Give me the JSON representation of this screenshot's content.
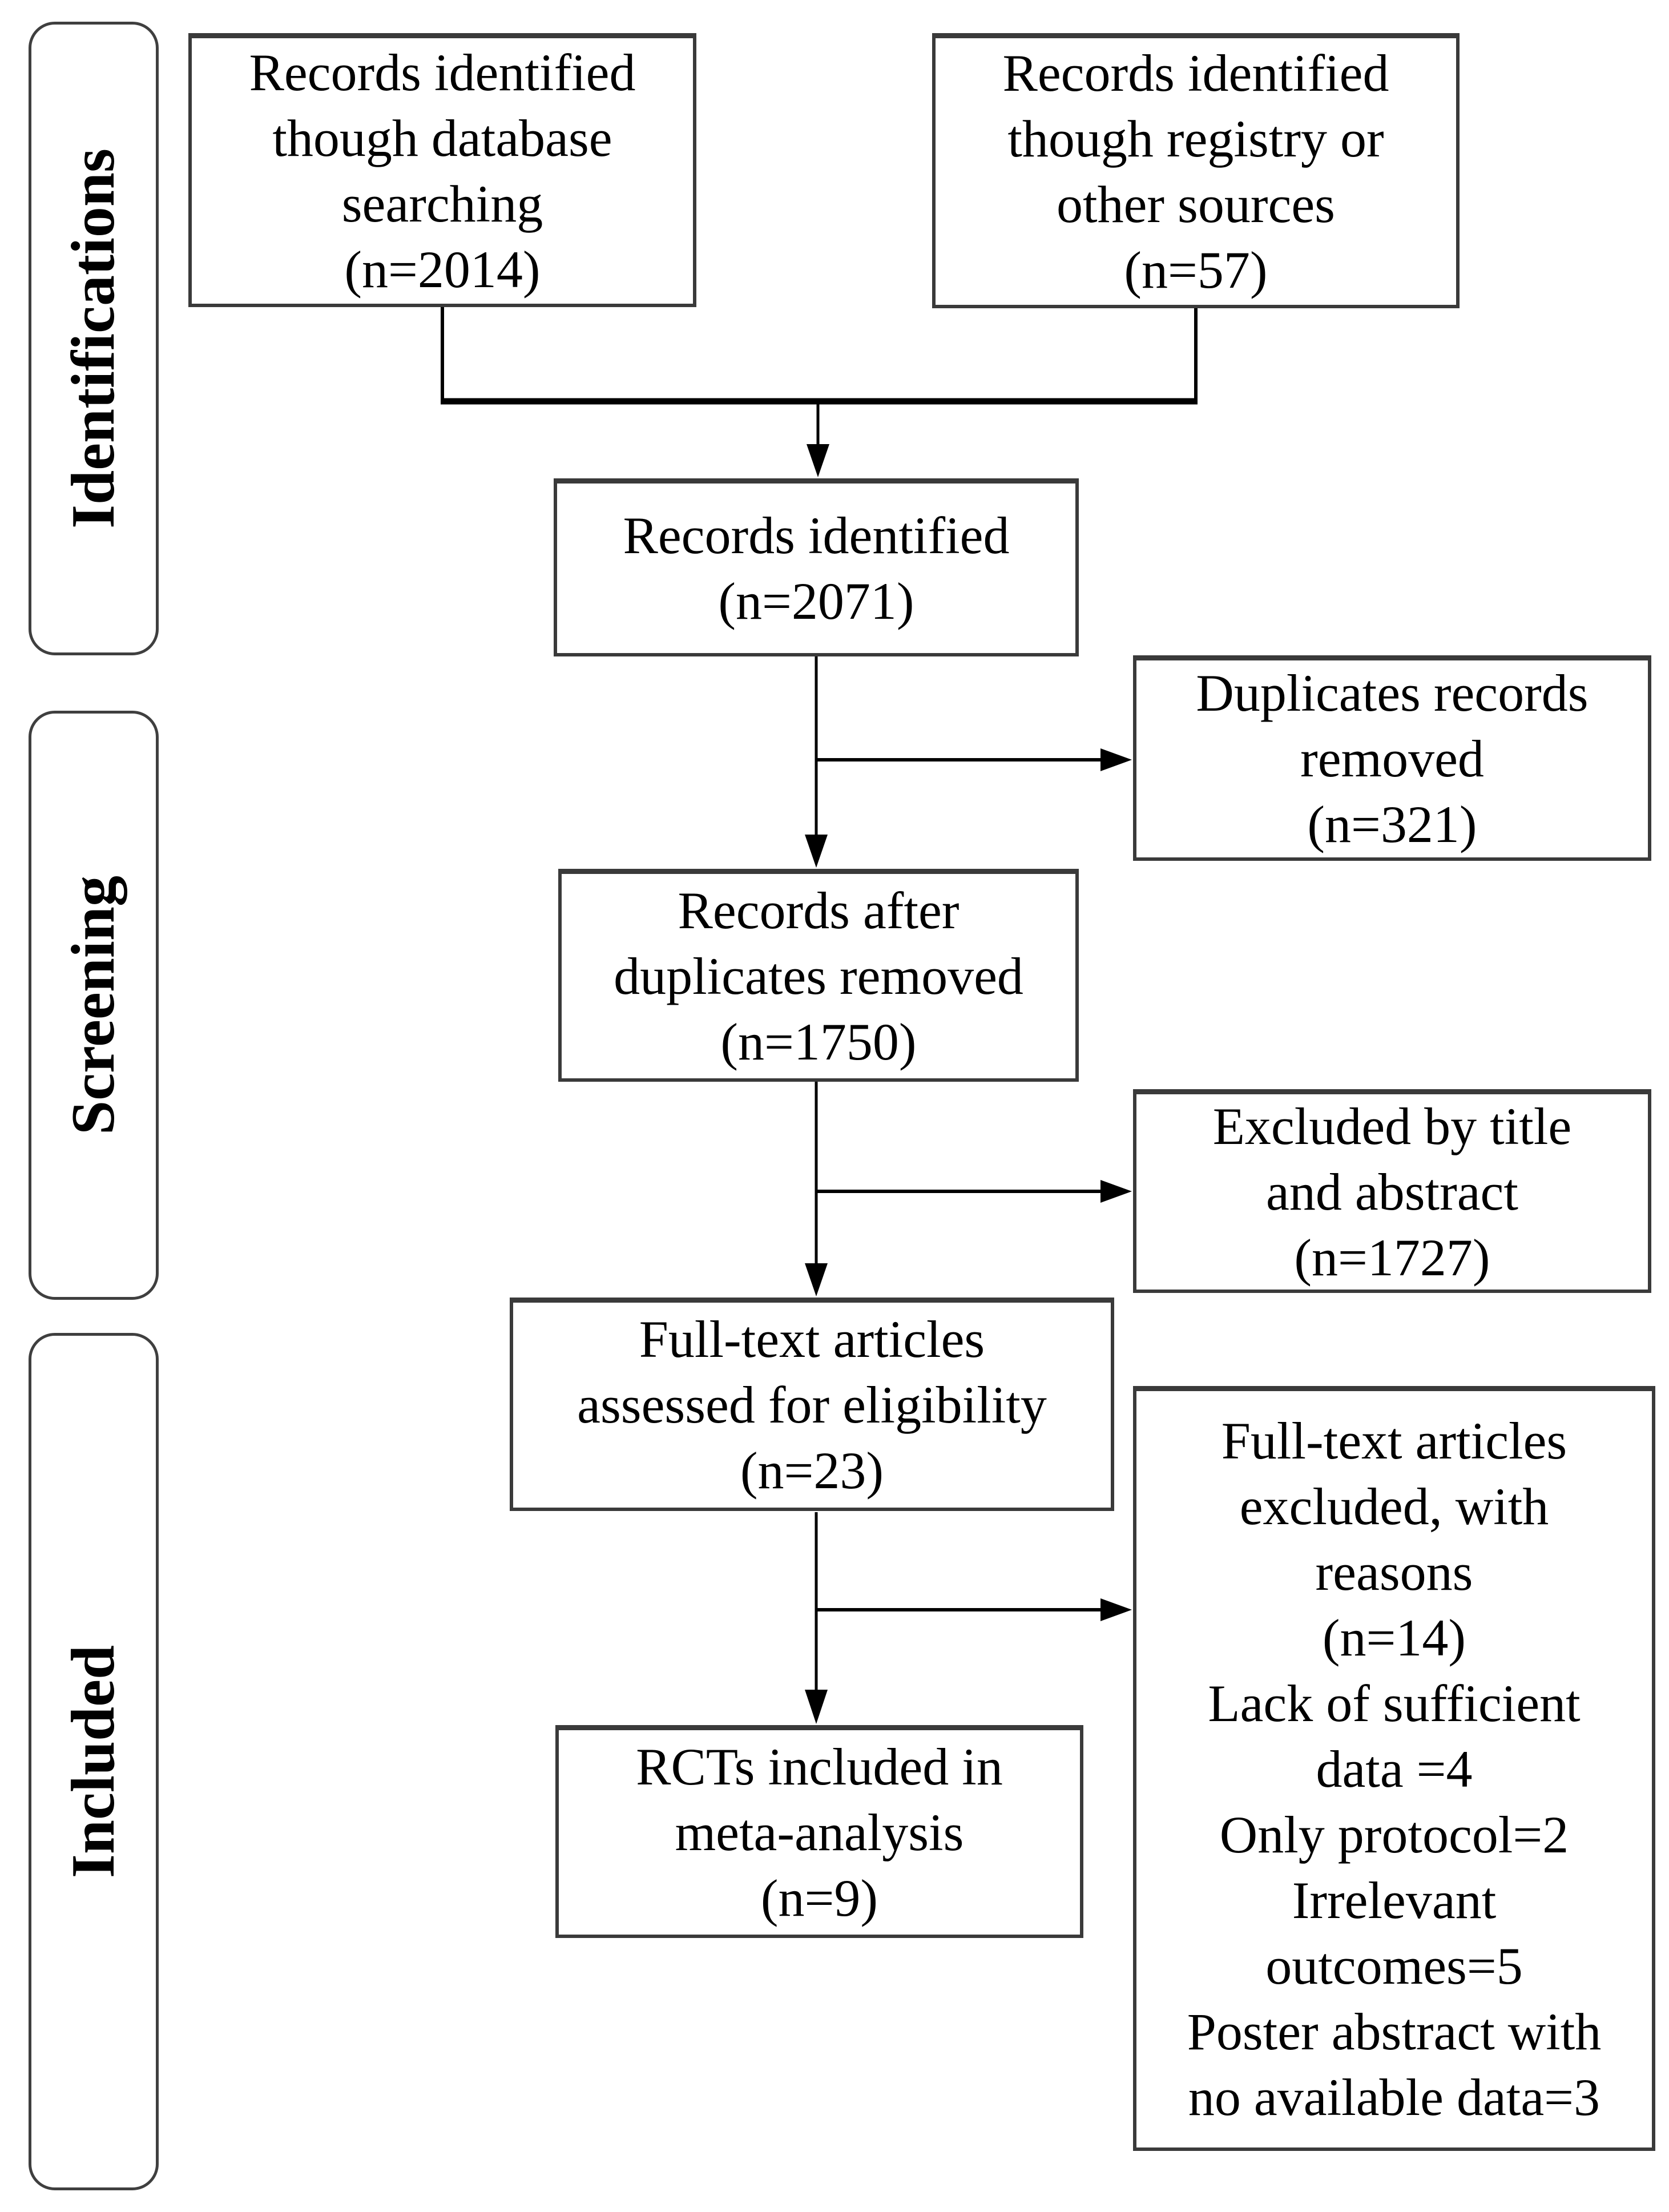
{
  "diagram": {
    "stages": [
      {
        "id": "identifications",
        "label": "Identifications"
      },
      {
        "id": "screening",
        "label": "Screening"
      },
      {
        "id": "included",
        "label": "Included"
      }
    ],
    "boxes": {
      "db_search": {
        "lines": [
          "Records identified",
          "though database",
          "searching",
          "(n=2014)"
        ]
      },
      "registry": {
        "lines": [
          "Records identified",
          "though registry or",
          "other sources",
          "(n=57)"
        ]
      },
      "identified": {
        "lines": [
          "Records identified",
          "(n=2071)"
        ]
      },
      "duplicates_removed": {
        "lines": [
          "Duplicates records",
          "removed",
          "(n=321)"
        ]
      },
      "after_duplicates": {
        "lines": [
          "Records after",
          "duplicates removed",
          "(n=1750)"
        ]
      },
      "excluded_title": {
        "lines": [
          "Excluded by title",
          "and abstract",
          "(n=1727)"
        ]
      },
      "fulltext_assessed": {
        "lines": [
          "Full-text articles",
          "assessed for eligibility",
          "(n=23)"
        ]
      },
      "fulltext_excluded": {
        "lines": [
          "Full-text articles",
          "excluded, with",
          "reasons",
          "(n=14)",
          "Lack of sufficient",
          "data =4",
          "Only protocol=2",
          "Irrelevant",
          "outcomes=5",
          "Poster abstract with",
          "no available data=3"
        ]
      },
      "rcts_included": {
        "lines": [
          "RCTs included in",
          "meta-analysis",
          "(n=9)"
        ]
      }
    },
    "colors": {
      "border": "#3a3a3a",
      "line": "#000000",
      "text": "#000000",
      "background": "#ffffff"
    }
  }
}
